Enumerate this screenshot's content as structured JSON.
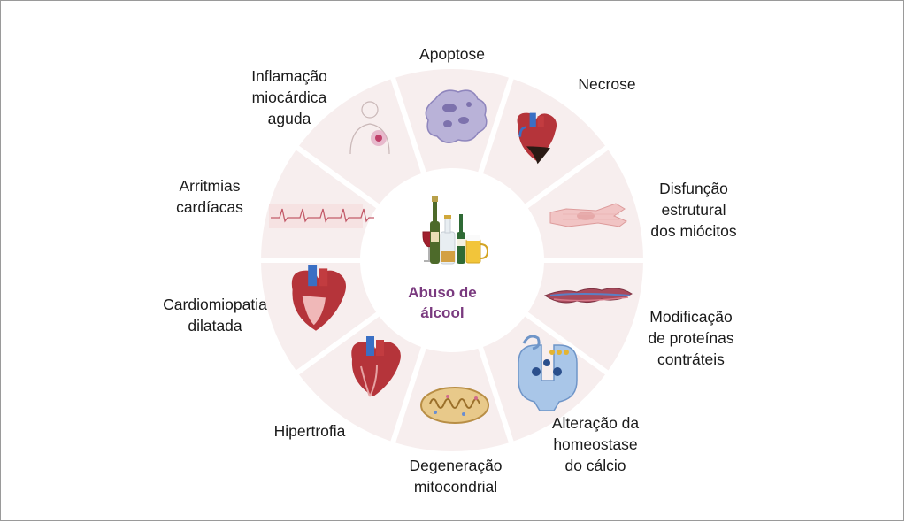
{
  "center": {
    "lines": [
      "Abuso de",
      "álcool"
    ],
    "icon": "alcohol-bottles-icon"
  },
  "segments": [
    {
      "id": "apoptose",
      "lines": [
        "Apoptose"
      ],
      "icon": "apoptotic-cell-icon"
    },
    {
      "id": "necrose",
      "lines": [
        "Necrose"
      ],
      "icon": "necrotic-heart-icon"
    },
    {
      "id": "disfuncao",
      "lines": [
        "Disfunção",
        "estrutural",
        "dos miócitos"
      ],
      "icon": "myocyte-icon"
    },
    {
      "id": "modificacao",
      "lines": [
        "Modificação",
        "de proteínas",
        "contráteis"
      ],
      "icon": "contractile-proteins-icon"
    },
    {
      "id": "alteracao",
      "lines": [
        "Alteração da",
        "homeostase",
        "do cálcio"
      ],
      "icon": "calcium-channel-icon"
    },
    {
      "id": "degeneracao",
      "lines": [
        "Degeneração",
        "mitocondrial"
      ],
      "icon": "mitochondria-icon"
    },
    {
      "id": "hipertrofia",
      "lines": [
        "Hipertrofia"
      ],
      "icon": "hypertrophic-heart-icon"
    },
    {
      "id": "cardiomiopatia",
      "lines": [
        "Cardiomiopatia",
        "dilatada"
      ],
      "icon": "dilated-heart-icon"
    },
    {
      "id": "arritmias",
      "lines": [
        "Arritmias",
        "cardíacas"
      ],
      "icon": "ecg-trace-icon"
    },
    {
      "id": "inflamacao",
      "lines": [
        "Inflamação",
        "miocárdica",
        "aguda"
      ],
      "icon": "inflamed-chest-icon"
    }
  ],
  "colors": {
    "ring": "#f7eeee",
    "divider": "#ffffff",
    "center_text": "#7a3a7f",
    "heart_red": "#b5343a",
    "vessel_blue": "#3a6fc4"
  }
}
